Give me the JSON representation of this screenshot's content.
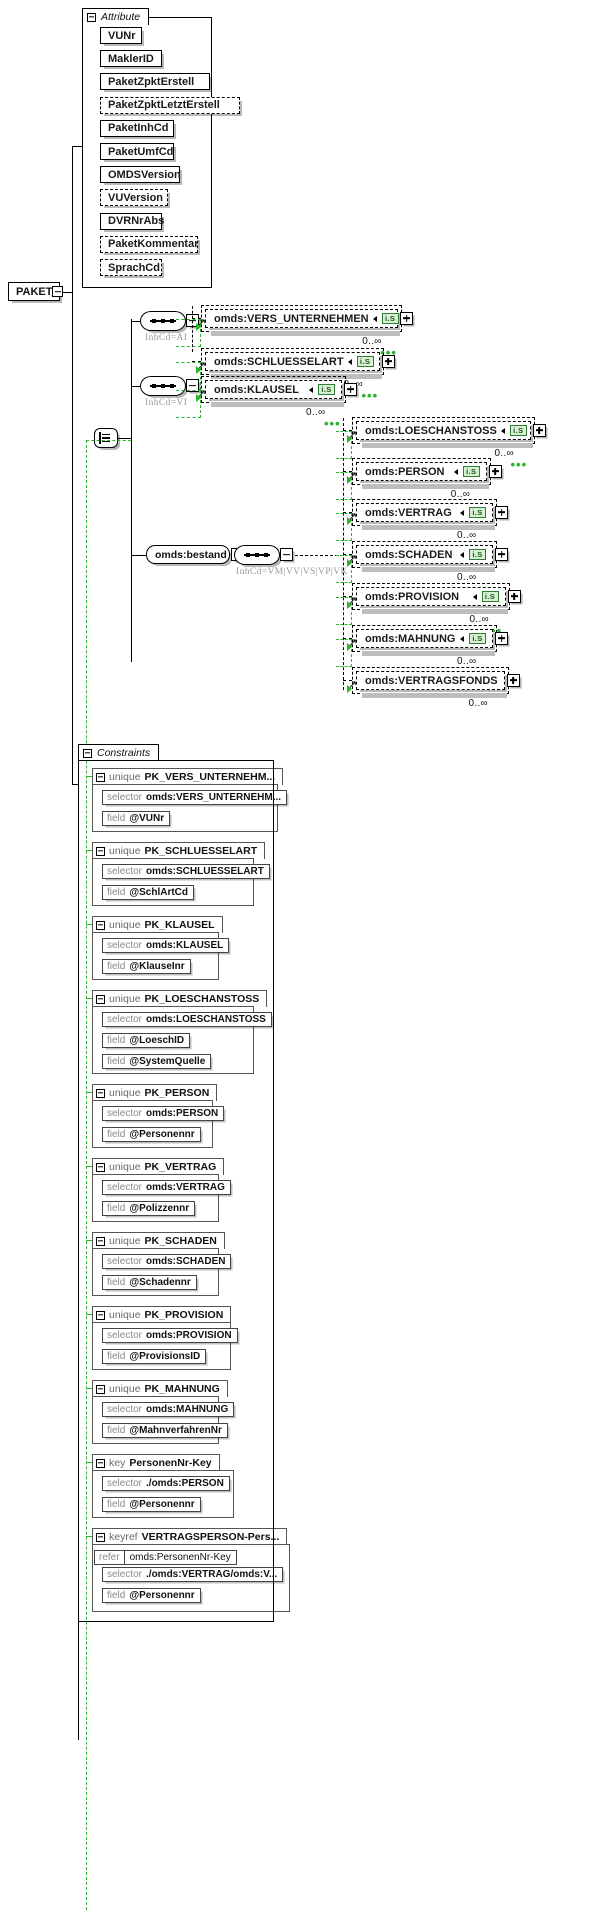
{
  "diagram": {
    "type": "xsd-schema-diagram",
    "root_element": "PAKET",
    "colors": {
      "accent_green": "#2cb42c",
      "badge_fill": "#d8f0d2",
      "badge_border": "#2f7d32",
      "line": "#000000",
      "muted": "#9a9a9a"
    }
  },
  "attribute_group": {
    "title": "Attribute",
    "toggle": "minus-icon",
    "items": [
      {
        "name": "VUNr",
        "optional": false
      },
      {
        "name": "MaklerID",
        "optional": false
      },
      {
        "name": "PaketZpktErstell",
        "optional": false
      },
      {
        "name": "PaketZpktLetztErstell",
        "optional": true
      },
      {
        "name": "PaketInhCd",
        "optional": false
      },
      {
        "name": "PaketUmfCd",
        "optional": false
      },
      {
        "name": "OMDSVersion",
        "optional": false
      },
      {
        "name": "VUVersion",
        "optional": true
      },
      {
        "name": "DVRNrAbs",
        "optional": false
      },
      {
        "name": "PaketKommentar",
        "optional": true
      },
      {
        "name": "SprachCd",
        "optional": true
      }
    ]
  },
  "content_model": {
    "choice_label": "choice",
    "branches": [
      {
        "compositor": "sequence",
        "annotation": "InhCd=AI",
        "children": [
          {
            "name": "omds:VERS_UNTERNEHMEN",
            "badge": "i.S",
            "expand": "plus-icon",
            "cardinality": "0..∞"
          },
          {
            "name": "omds:SCHLUESSELART",
            "badge": "i.S",
            "expand": "plus-icon",
            "cardinality": "0..∞"
          }
        ]
      },
      {
        "compositor": "sequence",
        "annotation": "InhCd=VI",
        "children": [
          {
            "name": "omds:KLAUSEL",
            "badge": "i.S",
            "expand": "plus-icon",
            "cardinality": "0..∞"
          }
        ]
      },
      {
        "compositor": "sequence",
        "element": "omds:bestand",
        "annotation": "InhCd=VM|VV|VS|VP|VK",
        "children": [
          {
            "name": "omds:LOESCHANSTOSS",
            "badge": "i.S",
            "expand": "plus-icon",
            "cardinality": "0..∞"
          },
          {
            "name": "omds:PERSON",
            "badge": "i.S",
            "expand": "plus-icon",
            "cardinality": "0..∞"
          },
          {
            "name": "omds:VERTRAG",
            "badge": "i.S",
            "expand": "plus-icon",
            "cardinality": "0..∞"
          },
          {
            "name": "omds:SCHADEN",
            "badge": "i.S",
            "expand": "plus-icon",
            "cardinality": "0..∞"
          },
          {
            "name": "omds:PROVISION",
            "badge": "i.S",
            "expand": "plus-icon",
            "cardinality": "0..∞"
          },
          {
            "name": "omds:MAHNUNG",
            "badge": "i.S",
            "expand": "plus-icon",
            "cardinality": "0..∞"
          },
          {
            "name": "omds:VERTRAGSFONDS",
            "badge": "",
            "expand": "plus-icon",
            "cardinality": "0..∞"
          }
        ]
      }
    ]
  },
  "constraints_group": {
    "title": "Constraints",
    "toggle": "minus-icon",
    "labels": {
      "selector": "selector",
      "field": "field",
      "refer": "refer"
    },
    "items": [
      {
        "kind": "unique",
        "name": "PK_VERS_UNTERNEHM...",
        "selector": "omds:VERS_UNTERNEHM...",
        "fields": [
          "@VUNr"
        ]
      },
      {
        "kind": "unique",
        "name": "PK_SCHLUESSELART",
        "selector": "omds:SCHLUESSELART",
        "fields": [
          "@SchlArtCd"
        ]
      },
      {
        "kind": "unique",
        "name": "PK_KLAUSEL",
        "selector": "omds:KLAUSEL",
        "fields": [
          "@KlauseInr"
        ]
      },
      {
        "kind": "unique",
        "name": "PK_LOESCHANSTOSS",
        "selector": "omds:LOESCHANSTOSS",
        "fields": [
          "@LoeschID",
          "@SystemQuelle"
        ]
      },
      {
        "kind": "unique",
        "name": "PK_PERSON",
        "selector": "omds:PERSON",
        "fields": [
          "@Personennr"
        ]
      },
      {
        "kind": "unique",
        "name": "PK_VERTRAG",
        "selector": "omds:VERTRAG",
        "fields": [
          "@Polizzennr"
        ]
      },
      {
        "kind": "unique",
        "name": "PK_SCHADEN",
        "selector": "omds:SCHADEN",
        "fields": [
          "@Schadennr"
        ]
      },
      {
        "kind": "unique",
        "name": "PK_PROVISION",
        "selector": "omds:PROVISION",
        "fields": [
          "@ProvisionsID"
        ]
      },
      {
        "kind": "unique",
        "name": "PK_MAHNUNG",
        "selector": "omds:MAHNUNG",
        "fields": [
          "@MahnverfahrenNr"
        ]
      },
      {
        "kind": "key",
        "name": "PersonenNr-Key",
        "selector": "./omds:PERSON",
        "fields": [
          "@Personennr"
        ]
      },
      {
        "kind": "keyref",
        "name": "VERTRAGSPERSON-Pers...",
        "refer": "omds:PersonenNr-Key",
        "selector": "./omds:VERTRAG/omds:V...",
        "fields": [
          "@Personennr"
        ]
      }
    ]
  }
}
